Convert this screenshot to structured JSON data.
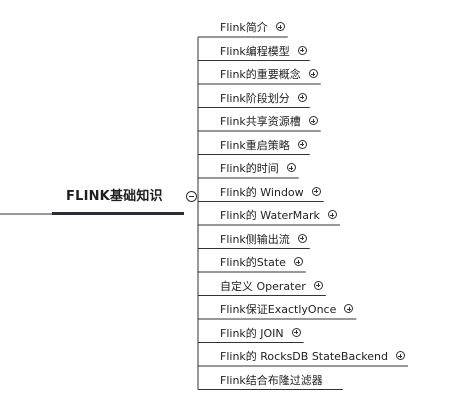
{
  "root": {
    "label": "FLINK基础知识",
    "collapse_icon": "minus-circle-icon"
  },
  "children": [
    {
      "label": "Flink简介",
      "icon": "plus-circle-icon"
    },
    {
      "label": "Flink编程模型",
      "icon": "plus-circle-icon"
    },
    {
      "label": "Flink的重要概念",
      "icon": "plus-circle-icon"
    },
    {
      "label": "Flink阶段划分",
      "icon": "plus-circle-icon"
    },
    {
      "label": "Flink共享资源槽",
      "icon": "plus-circle-icon"
    },
    {
      "label": "Flink重启策略",
      "icon": "plus-circle-icon"
    },
    {
      "label": "Flink的时间",
      "icon": "plus-circle-icon"
    },
    {
      "label": "Flink的 Window",
      "icon": "plus-circle-icon"
    },
    {
      "label": "Flink的 WaterMark",
      "icon": "plus-circle-icon"
    },
    {
      "label": "Flink侧输出流",
      "icon": "plus-circle-icon"
    },
    {
      "label": "Flink的State",
      "icon": "plus-circle-icon"
    },
    {
      "label": "自定义 Operater",
      "icon": "plus-circle-icon"
    },
    {
      "label": "Flink保证ExactlyOnce",
      "icon": "plus-circle-icon"
    },
    {
      "label": "Flink的 JOIN",
      "icon": "plus-circle-icon"
    },
    {
      "label": "Flink的 RocksDB StateBackend",
      "icon": "plus-circle-icon"
    },
    {
      "label": "Flink结合布隆过滤器",
      "icon": null
    }
  ],
  "colors": {
    "line": "#333333",
    "root_underline": "#2b2b3a",
    "text": "#222222"
  }
}
